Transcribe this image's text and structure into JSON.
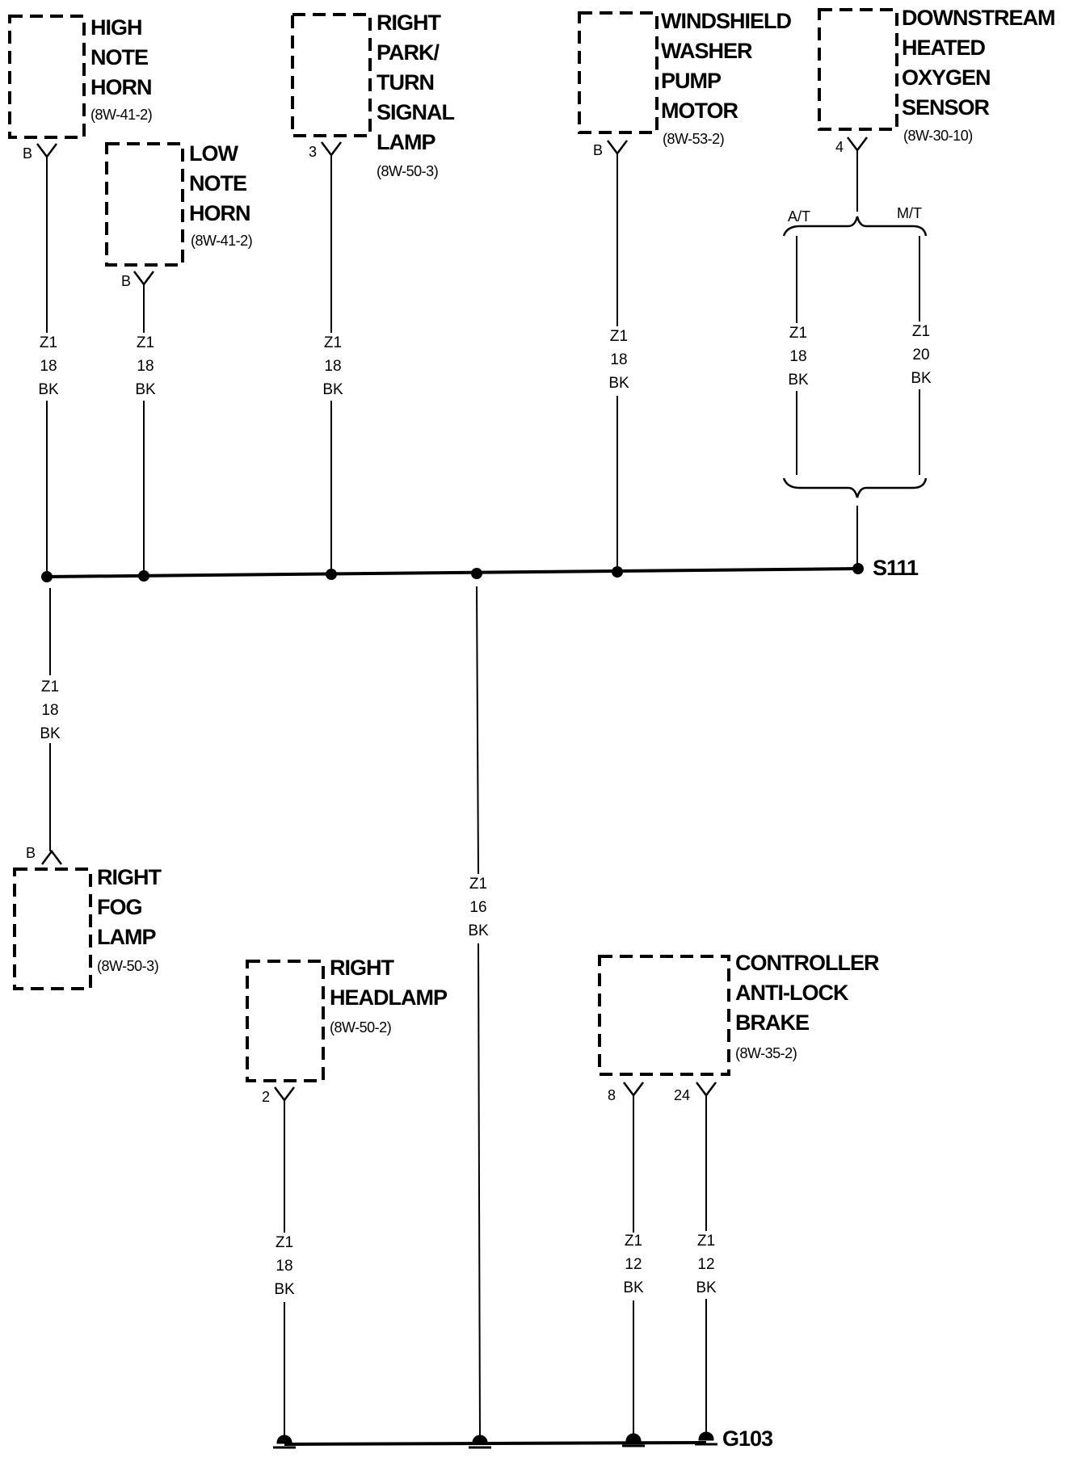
{
  "components": {
    "high_note_horn": {
      "name": [
        "HIGH",
        "NOTE",
        "HORN"
      ],
      "ref": "(8W-41-2)",
      "pin": "B"
    },
    "low_note_horn": {
      "name": [
        "LOW",
        "NOTE",
        "HORN"
      ],
      "ref": "(8W-41-2)",
      "pin": "B"
    },
    "right_park_turn_signal_lamp": {
      "name": [
        "RIGHT",
        "PARK/",
        "TURN",
        "SIGNAL",
        "LAMP"
      ],
      "ref": "(8W-50-3)",
      "pin": "3"
    },
    "windshield_washer_pump_motor": {
      "name": [
        "WINDSHIELD",
        "WASHER",
        "PUMP",
        "MOTOR"
      ],
      "ref": "(8W-53-2)",
      "pin": "B"
    },
    "downstream_heated_oxygen_sensor": {
      "name": [
        "DOWNSTREAM",
        "HEATED",
        "OXYGEN",
        "SENSOR"
      ],
      "ref": "(8W-30-10)",
      "pin": "4",
      "options": [
        "A/T",
        "M/T"
      ]
    },
    "right_fog_lamp": {
      "name": [
        "RIGHT",
        "FOG",
        "LAMP"
      ],
      "ref": "(8W-50-3)",
      "pin": "B"
    },
    "right_headlamp": {
      "name": [
        "RIGHT",
        "HEADLAMP"
      ],
      "ref": "(8W-50-2)",
      "pin": "2"
    },
    "controller_anti_lock_brake": {
      "name": [
        "CONTROLLER",
        "ANTI-LOCK",
        "BRAKE"
      ],
      "ref": "(8W-35-2)",
      "pins": [
        "8",
        "24"
      ]
    }
  },
  "wires": {
    "high_horn": [
      "Z1",
      "18",
      "BK"
    ],
    "low_horn": [
      "Z1",
      "18",
      "BK"
    ],
    "park_lamp": [
      "Z1",
      "18",
      "BK"
    ],
    "washer": [
      "Z1",
      "18",
      "BK"
    ],
    "o2_at": [
      "Z1",
      "18",
      "BK"
    ],
    "o2_mt": [
      "Z1",
      "20",
      "BK"
    ],
    "fog": [
      "Z1",
      "18",
      "BK"
    ],
    "trunk": [
      "Z1",
      "16",
      "BK"
    ],
    "headlamp": [
      "Z1",
      "18",
      "BK"
    ],
    "abs_8": [
      "Z1",
      "12",
      "BK"
    ],
    "abs_24": [
      "Z1",
      "12",
      "BK"
    ]
  },
  "splice": "S111",
  "ground": "G103"
}
